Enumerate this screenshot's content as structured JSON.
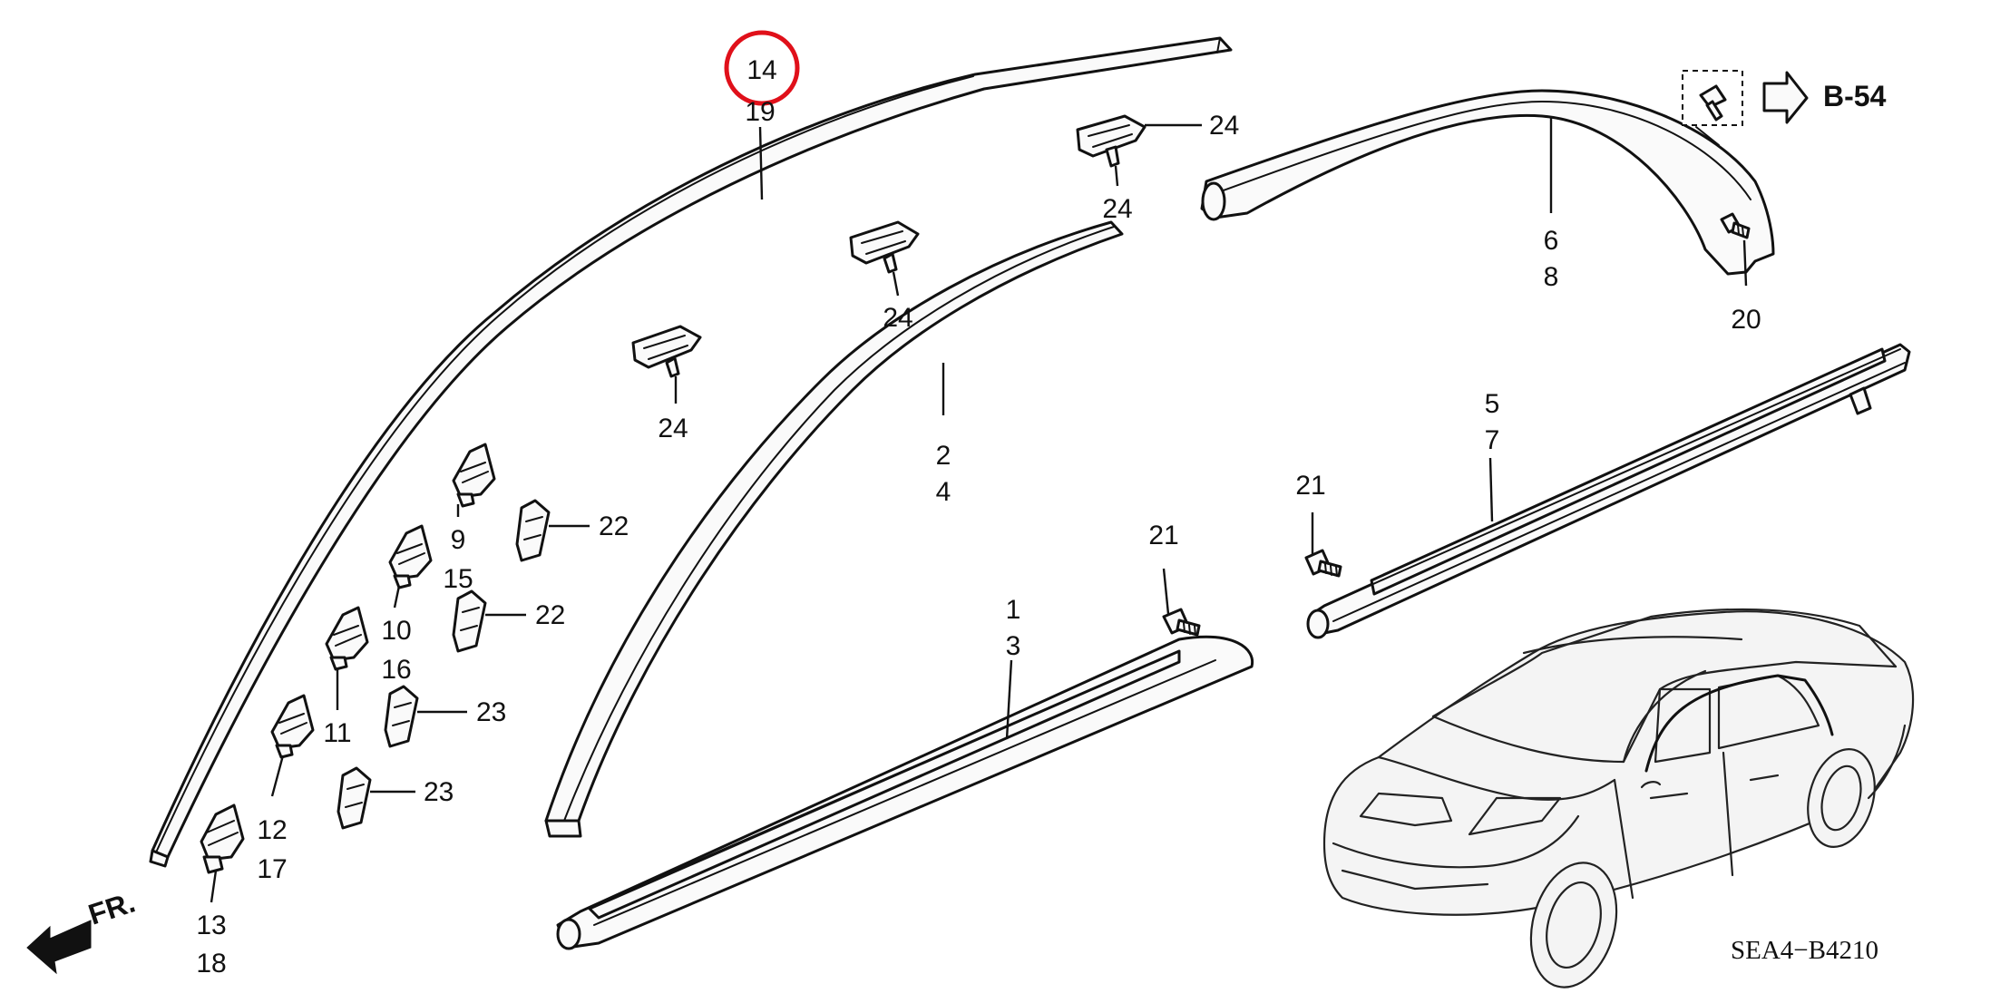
{
  "labels": {
    "p1": "1",
    "p2": "2",
    "p3": "3",
    "p4": "4",
    "p5": "5",
    "p6": "6",
    "p7": "7",
    "p8": "8",
    "p9": "9",
    "p10": "10",
    "p11": "11",
    "p12": "12",
    "p13": "13",
    "p14": "14",
    "p15": "15",
    "p16": "16",
    "p17": "17",
    "p18": "18",
    "p19": "19",
    "p20": "20",
    "p21": "21",
    "p22": "22",
    "p23": "23",
    "p24": "24"
  },
  "reference": "B-54",
  "front_indicator": "FR.",
  "diagram_code": "SEA4−B4210",
  "highlight_color": "#e0101a"
}
